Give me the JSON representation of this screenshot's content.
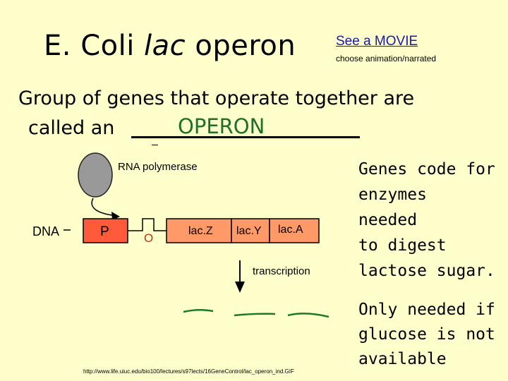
{
  "title": {
    "prefix": "E. Coli ",
    "italic": "lac",
    "suffix": " operon"
  },
  "movie": {
    "link_label": "See a MOVIE",
    "subtitle": "choose animation/narrated"
  },
  "definition": {
    "line1": "Group of genes that operate together are",
    "line2_prefix": "called an",
    "answer": "OPERON"
  },
  "diagram": {
    "rna_polymerase_label": "RNA polymerase",
    "dna_label": "DNA",
    "promoter_label": "P",
    "operator_label": "O",
    "genes": [
      "lac.Z",
      "lac.Y",
      "lac.A"
    ],
    "transcription_label": "transcription"
  },
  "side_notes": {
    "genes_text": [
      "Genes code for",
      "enzymes",
      "needed",
      "to digest",
      "lactose sugar."
    ],
    "condition_text": [
      "Only needed if",
      "glucose is not",
      "available"
    ]
  },
  "source_url": "http://www.life.uiuc.edu/bio100/lectures/s97lects/16GeneControl/lac_operon_ind.GIF",
  "colors": {
    "background": "#ffffcc",
    "link": "#1a1aa6",
    "answer": "#1f6e2a",
    "promoter_box": "#ff5a3a",
    "gene_box": "#ff9968",
    "polymerase": "#999999",
    "mrna": "#1a7a2a"
  }
}
